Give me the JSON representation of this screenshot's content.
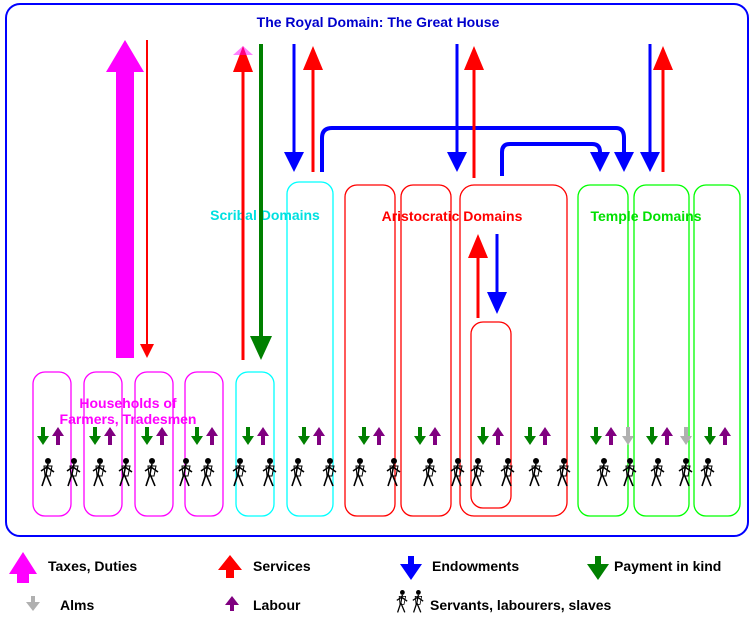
{
  "title": "The Royal Domain: The Great House",
  "domains": {
    "households": "Households of Farmers, Tradesmen",
    "households_line1": "Households of",
    "households_line2": "Farmers, Tradesmen",
    "scribal": "Scribal Domains",
    "aristocratic": "Aristocratic Domains",
    "temple": "Temple Domains"
  },
  "legend": [
    {
      "key": "taxes",
      "label": "Taxes, Duties",
      "color": "#ff00ff",
      "direction": "up",
      "icon": "large-up-arrow-icon"
    },
    {
      "key": "services",
      "label": "Services",
      "color": "#ff0000",
      "direction": "up",
      "icon": "up-arrow-icon"
    },
    {
      "key": "endowments",
      "label": "Endowments",
      "color": "#0000ff",
      "direction": "down",
      "icon": "down-arrow-icon"
    },
    {
      "key": "payment",
      "label": "Payment in kind",
      "color": "#008000",
      "direction": "down",
      "icon": "down-arrow-icon"
    },
    {
      "key": "alms",
      "label": "Alms",
      "color": "#b0b0b0",
      "direction": "down",
      "icon": "down-arrow-icon"
    },
    {
      "key": "labour",
      "label": "Labour",
      "color": "#800080",
      "direction": "up",
      "icon": "up-arrow-icon"
    },
    {
      "key": "servants",
      "label": "Servants, labourers, slaves",
      "color": "#000000",
      "icon": "worker-figures-icon"
    }
  ],
  "colors": {
    "royal_border": "#0000ff",
    "households": "#ff00ff",
    "scribal": "#00ffff",
    "aristocratic": "#ff0000",
    "temple": "#00ff00",
    "title": "#0000cc"
  }
}
